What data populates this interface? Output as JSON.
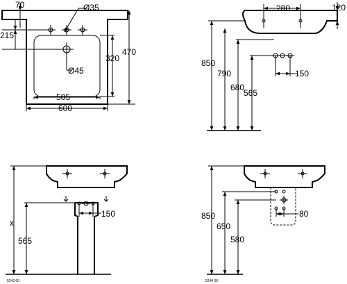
{
  "views": {
    "top": {
      "dims": {
        "d70": "70",
        "d215": "215",
        "d35": "Ø35",
        "d45": "Ø45",
        "d470": "470",
        "d320": "320",
        "d505": "505",
        "d600": "600"
      }
    },
    "side": {
      "dims": {
        "d280": "280",
        "d120": "120",
        "d850": "850",
        "d790": "790",
        "d680": "680",
        "d565": "565",
        "d150": "150"
      }
    },
    "front_a": {
      "dims": {
        "dx": "x",
        "d565": "565",
        "d150": "150"
      },
      "code": "5243 00"
    },
    "front_b": {
      "dims": {
        "d850": "850",
        "d650": "650",
        "d580": "580",
        "d80": "80"
      },
      "code": "5244 00"
    }
  }
}
